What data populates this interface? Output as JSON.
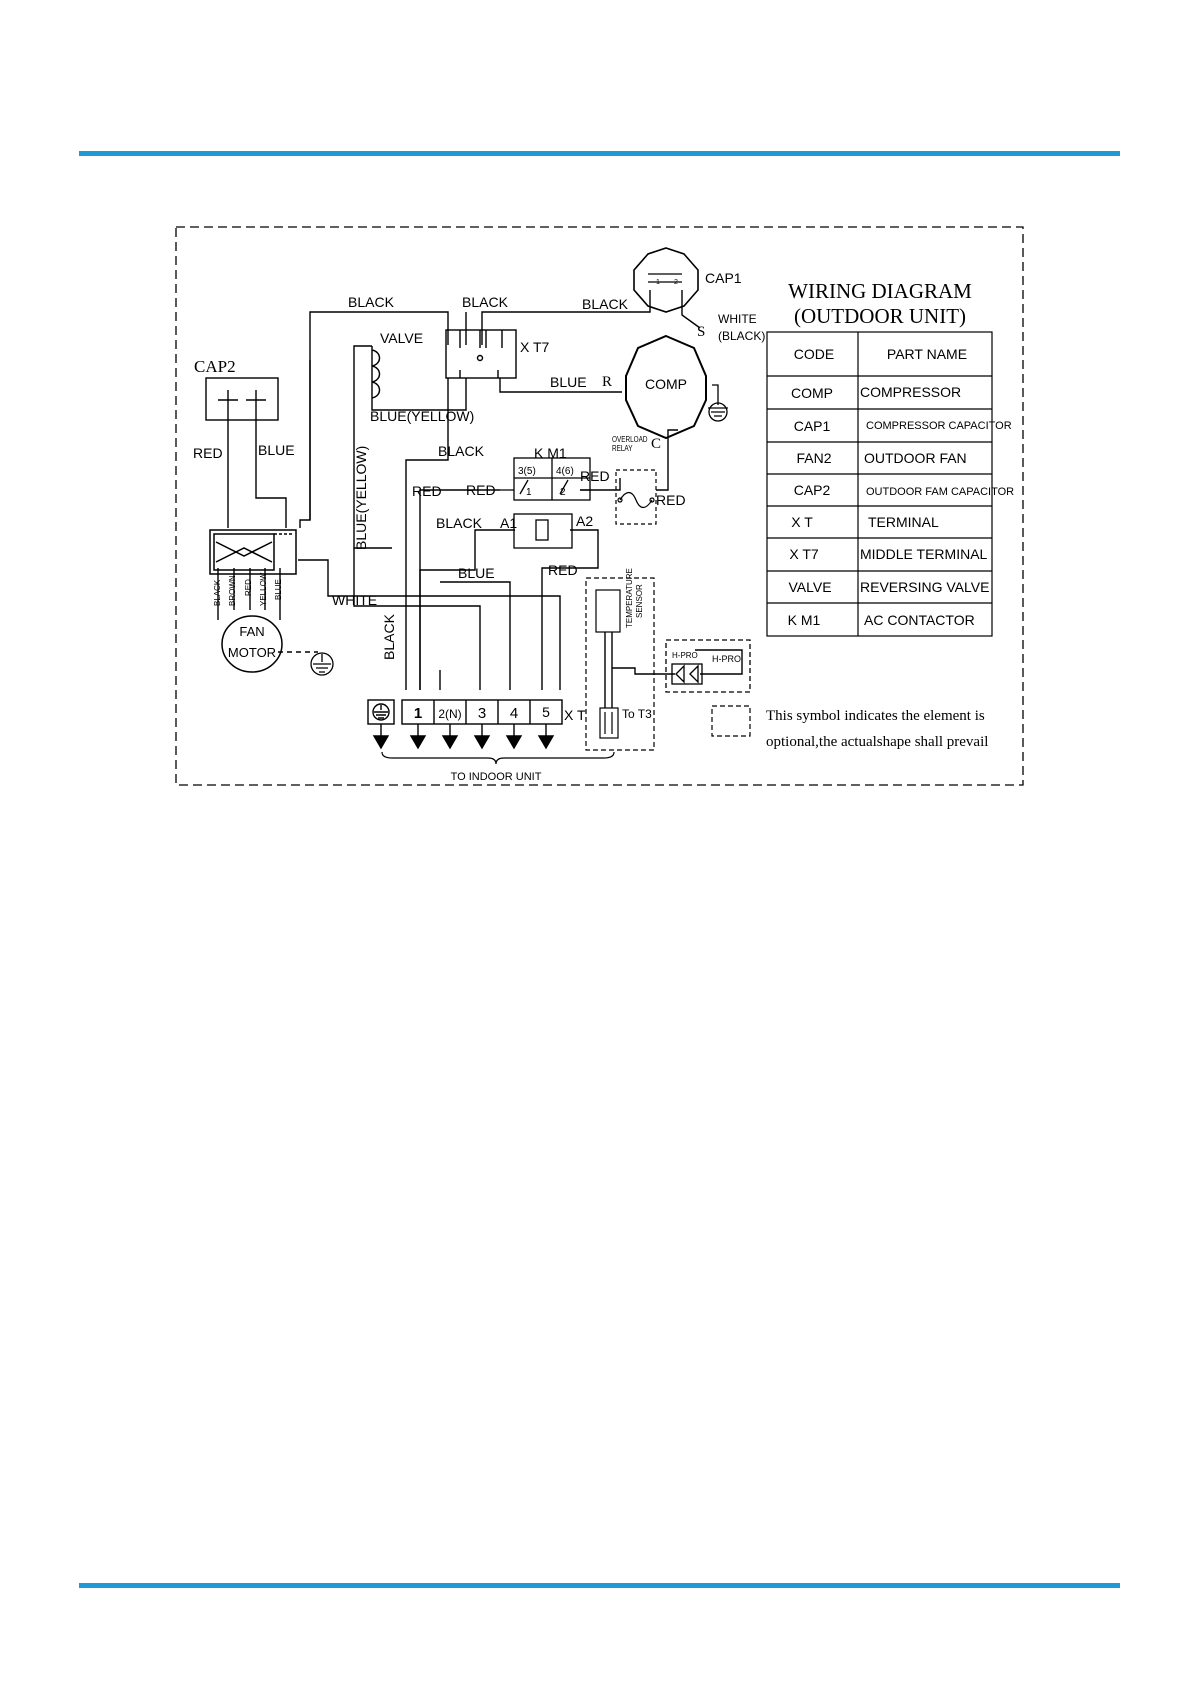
{
  "colors": {
    "accent": "#1f9ad6",
    "ink": "#000000"
  },
  "title": {
    "line1": "WIRING DIAGRAM",
    "line2": "(OUTDOOR UNIT)"
  },
  "table": {
    "headers": [
      "CODE",
      "PART NAME"
    ],
    "rows": [
      [
        "COMP",
        "COMPRESSOR"
      ],
      [
        "CAP1",
        "COMPRESSOR CAPACITOR"
      ],
      [
        "FAN2",
        "OUTDOOR FAN"
      ],
      [
        "CAP2",
        "OUTDOOR FAM CAPACITOR"
      ],
      [
        "X T",
        "TERMINAL"
      ],
      [
        "X T7",
        "MIDDLE TERMINAL"
      ],
      [
        "VALVE",
        "REVERSING VALVE"
      ],
      [
        "K M1",
        "AC CONTACTOR"
      ]
    ]
  },
  "components": {
    "cap1": "CAP1",
    "cap1_pins": [
      "1",
      "2"
    ],
    "cap2": "CAP2",
    "comp": "COMP",
    "comp_terminals": {
      "s": "S",
      "r": "R",
      "c": "C"
    },
    "xt7": "X T7",
    "valve": "VALVE",
    "km1": "K M1",
    "km1_contacts": [
      "3(5)",
      "4(6)",
      "1",
      "2"
    ],
    "km1_coil": [
      "A1",
      "A2"
    ],
    "overload_relay": [
      "OVERLOAD",
      "RELAY"
    ],
    "fan_motor": [
      "FAN",
      "MOTOR"
    ],
    "fan_leads": [
      "BLACK",
      "BROWN",
      "RED",
      "YELLOW",
      "BLUE"
    ],
    "temperature_sensor": [
      "TEMPERATURE",
      "SENSOR"
    ],
    "h_pro": [
      "H-PRO",
      "H-PRO"
    ],
    "to_t3": "To T3",
    "xt": "X T",
    "terminals": [
      "1",
      "2(N)",
      "3",
      "4",
      "5"
    ],
    "to_indoor": "TO INDOOR UNIT"
  },
  "wires": {
    "black_top_left": "BLACK",
    "black_top_mid": "BLACK",
    "black_top_right": "BLACK",
    "white_black": [
      "WHITE",
      "(BLACK)"
    ],
    "blue_comp": "BLUE",
    "blue_yellow_h": "BLUE(YELLOW)",
    "blue_yellow_v": "BLUE(YELLOW)",
    "black_mid": "BLACK",
    "red_cap2": "RED",
    "blue_cap2": "BLUE",
    "red_left": "RED",
    "red_km1_left": "RED",
    "red_km1_right": "RED",
    "red_overload": "RED",
    "black_a1": "BLACK",
    "blue_bottom": "BLUE",
    "red_bottom": "RED",
    "white_bottom": "WHITE",
    "black_vertical": "BLACK"
  },
  "note": {
    "line1": "This symbol indicates the element is",
    "line2": "optional,the actualshape shall prevail"
  }
}
